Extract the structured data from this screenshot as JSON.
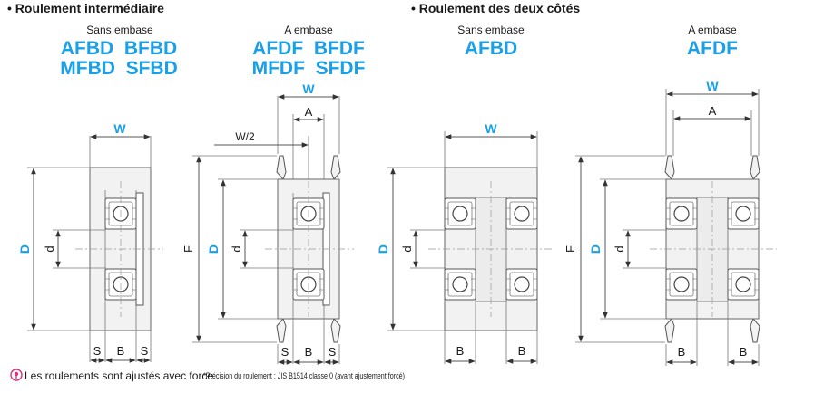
{
  "sections": {
    "intermediate_title": "• Roulement intermédiaire",
    "both_sides_title": "• Roulement des deux côtés"
  },
  "variants": {
    "sans_embase": "Sans embase",
    "a_embase": "A embase"
  },
  "codes": {
    "p1_line1": "AFBD  BFBD",
    "p1_line2": "MFBD  SFBD",
    "p2_line1": "AFDF  BFDF",
    "p2_line2": "MFDF  SFDF",
    "p3": "AFBD",
    "p4": "AFDF"
  },
  "dims": {
    "W": "W",
    "W2": "W/2",
    "A": "A",
    "D": "D",
    "d": "d",
    "F": "F",
    "S": "S",
    "B": "B"
  },
  "notes": {
    "press_fit": "Les roulements sont ajustés avec force",
    "precision": "*Précision du roulement : JIS B1514 classe 0 (avant ajustement forcé)"
  },
  "colors": {
    "accent": "#1aa0e8",
    "note_icon": "#e0307a"
  }
}
